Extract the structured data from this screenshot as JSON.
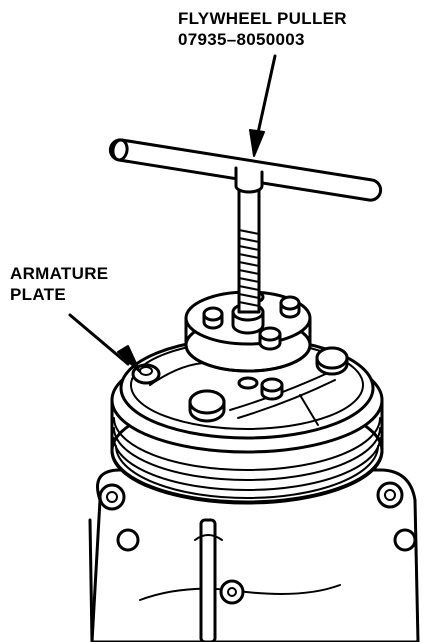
{
  "labels": {
    "tool_name": "FLYWHEEL PULLER",
    "tool_part_number": "07935–8050003",
    "component_line1": "ARMATURE",
    "component_line2": "PLATE"
  },
  "colors": {
    "ink": "#000000",
    "paper": "#ffffff"
  }
}
